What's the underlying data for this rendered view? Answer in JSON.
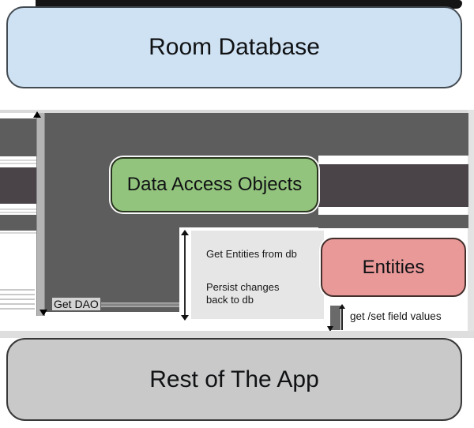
{
  "diagram": {
    "nodes": {
      "room_database": {
        "label": "Room Database",
        "fill": "#cfe2f3"
      },
      "dao": {
        "label": "Data Access Objects",
        "fill": "#93c47d"
      },
      "entities": {
        "label": "Entities",
        "fill": "#ea9999"
      },
      "rest_of_app": {
        "label": "Rest of The App",
        "fill": "#c9c9c9"
      }
    },
    "edge_labels": {
      "get_dao": "Get DAO",
      "get_entities": "Get Entities from db",
      "persist_line1": "Persist changes",
      "persist_line2": "back to db",
      "get_set": "get /set field values"
    },
    "colors": {
      "connector_dark": "#5d5d5d",
      "connector_darker": "#4a4449",
      "get_dao_arrow_bar": "#b4b4b4",
      "label_panel": "#e6e6e6",
      "top_band": "#151515",
      "background": "#ffffff"
    }
  }
}
